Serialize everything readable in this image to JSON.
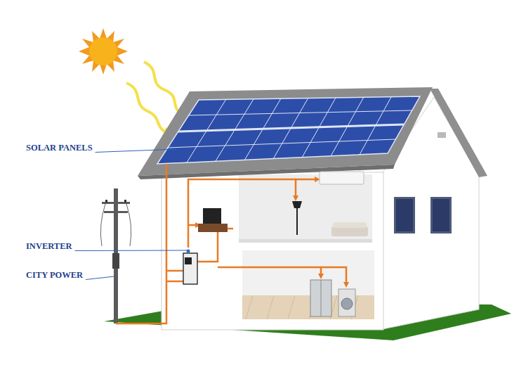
{
  "diagram": {
    "labels": [
      "SOLAR PANELS",
      "INVERTER",
      "CITY POWER"
    ]
  }
}
